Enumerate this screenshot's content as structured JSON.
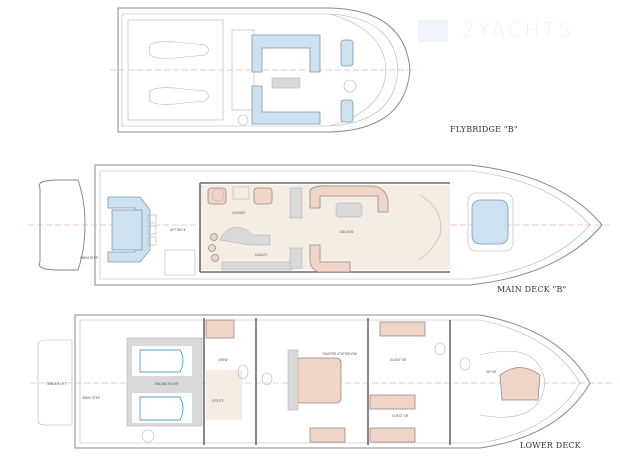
{
  "watermark": "2YACHTS",
  "decks": {
    "flybridge": {
      "title": "FLYBRIDGE  \"B\""
    },
    "main": {
      "title": "MAIN DECK  \"B\"",
      "rooms": {
        "aft_deck": "AFT DECK",
        "lounge": "LOUNGE",
        "galley": "GALLEY",
        "saloon": "SALOON",
        "swim_step": "SWIM STEP"
      }
    },
    "lower": {
      "title": "LOWER DECK",
      "rooms": {
        "tender_lift": "TENDER LIFT",
        "swim_step": "SWIM STEP",
        "engine_room": "ENGINE ROOM",
        "crew": "CREW",
        "utility": "UTILITY",
        "master": "MASTER STATEROOM",
        "guest_sr_1": "GUEST SR",
        "guest_sr_2": "GUEST SR",
        "vip_sr": "VIP SR"
      }
    }
  },
  "colors": {
    "furniture": "#efd5c8",
    "water": "#cfe0ee",
    "line": "#8a8a8a"
  }
}
